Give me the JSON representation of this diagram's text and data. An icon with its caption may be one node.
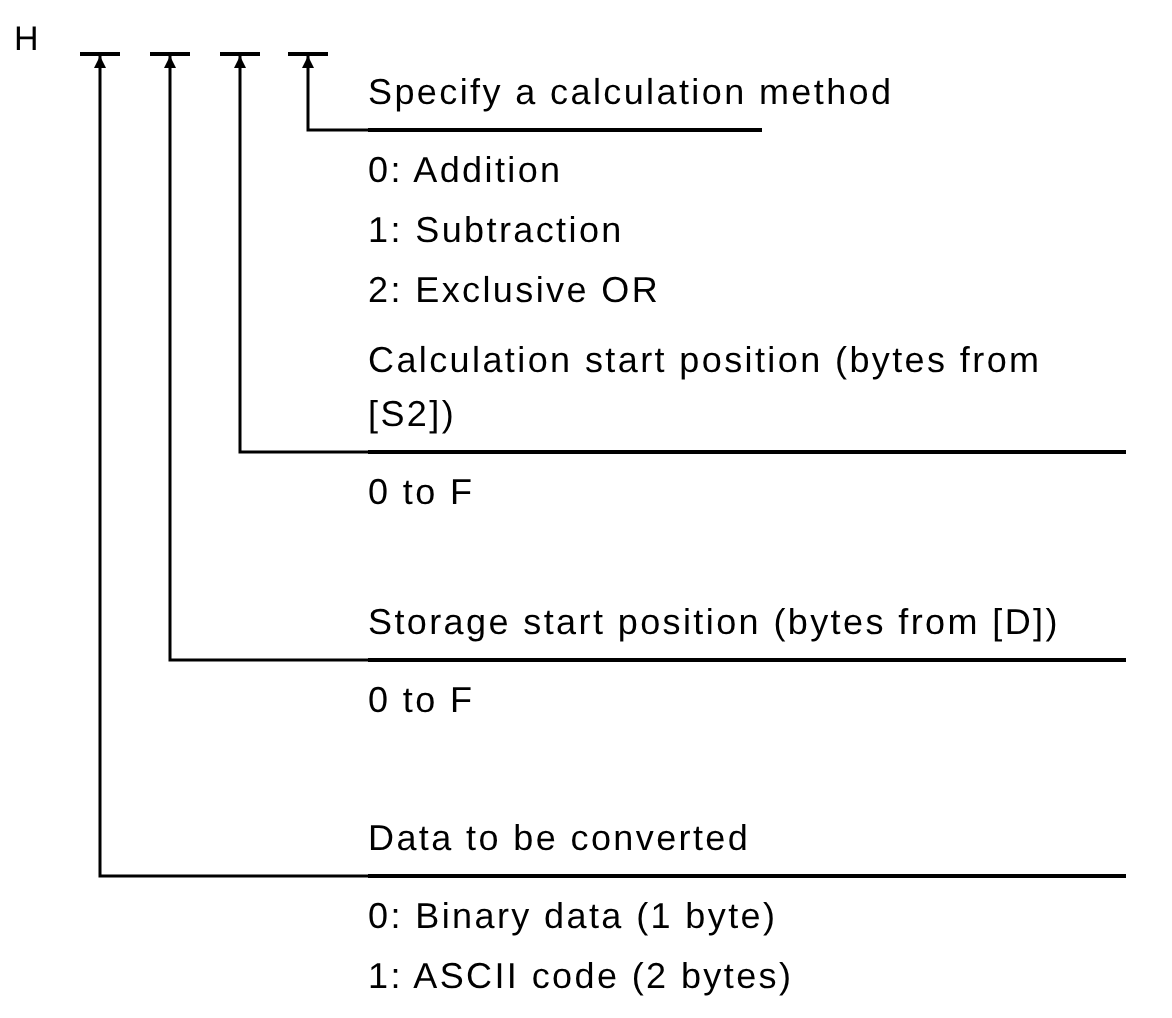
{
  "diagram": {
    "nodes": [
      {
        "text": [],
        "shape": "bar"
      },
      {
        "text": [],
        "shape": "bar"
      },
      {
        "text": [],
        "shape": "bar"
      },
      {
        "text": [],
        "shape": "bar"
      },
      {
        "text": [
          "Specify a calculation method",
          "0: Addition",
          "1: Subtraction",
          "2: Exclusive OR"
        ]
      },
      {
        "text": [
          "Calculation start position (bytes from [S2])",
          "0 to F"
        ]
      },
      {
        "text": [
          "Storage start position (bytes from [D])",
          "0 to F"
        ]
      },
      {
        "text": [
          "Data to be converted",
          "0: Binary data (1 byte)",
          "1: ASCII code (2 bytes)"
        ]
      }
    ],
    "edges": [
      {
        "from": 4,
        "to": 3,
        "arrow": "to"
      },
      {
        "from": 5,
        "to": 2,
        "arrow": "to"
      },
      {
        "from": 6,
        "to": 1,
        "arrow": "to"
      },
      {
        "from": 7,
        "to": 0,
        "arrow": "to"
      }
    ],
    "labels": [
      "H"
    ]
  }
}
